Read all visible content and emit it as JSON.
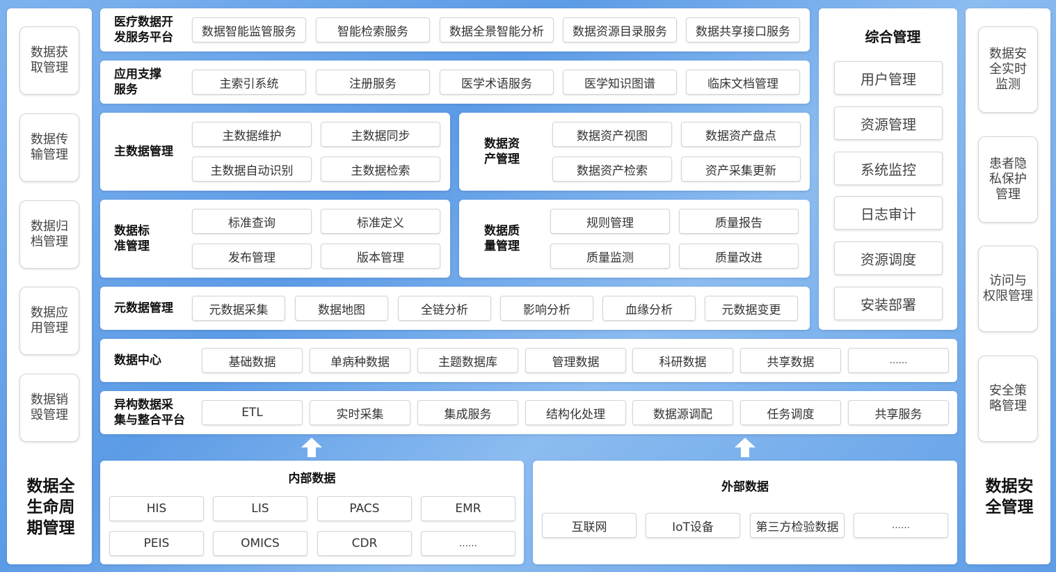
{
  "left_sidebar": {
    "items": [
      "数据获\n取管理",
      "数据传\n输管理",
      "数据归\n档管理",
      "数据应\n用管理",
      "数据销\n毁管理"
    ],
    "title": "数据全\n生命周\n期管理"
  },
  "right_sidebar": {
    "items": [
      "数据安\n全实时\n监测",
      "患者隐\n私保护\n管理",
      "访问与\n权限管理",
      "安全策\n略管理"
    ],
    "title": "数据安\n全管理"
  },
  "rows": {
    "platform": {
      "title": "医疗数据开\n发服务平台",
      "items": [
        "数据智能监管服务",
        "智能检索服务",
        "数据全景智能分析",
        "数据资源目录服务",
        "数据共享接口服务"
      ]
    },
    "support": {
      "title": "应用支撑\n服务",
      "items": [
        "主索引系统",
        "注册服务",
        "医学术语服务",
        "医学知识图谱",
        "临床文档管理"
      ]
    },
    "master_data": {
      "title": "主数据管理",
      "items": [
        "主数据维护",
        "主数据同步",
        "主数据自动识别",
        "主数据检索"
      ]
    },
    "asset": {
      "title": "数据资\n产管理",
      "items": [
        "数据资产视图",
        "数据资产盘点",
        "数据资产检索",
        "资产采集更新"
      ]
    },
    "standard": {
      "title": "数据标\n准管理",
      "items": [
        "标准查询",
        "标准定义",
        "发布管理",
        "版本管理"
      ]
    },
    "quality": {
      "title": "数据质\n量管理",
      "items": [
        "规则管理",
        "质量报告",
        "质量监测",
        "质量改进"
      ]
    },
    "metadata": {
      "title": "元数据管理",
      "items": [
        "元数据采集",
        "数据地图",
        "全链分析",
        "影响分析",
        "血缘分析",
        "元数据变更"
      ]
    },
    "data_center": {
      "title": "数据中心",
      "items": [
        "基础数据",
        "单病种数据",
        "主题数据库",
        "管理数据",
        "科研数据",
        "共享数据",
        "……"
      ]
    },
    "integration": {
      "title": "异构数据采\n集与整合平台",
      "items": [
        "ETL",
        "实时采集",
        "集成服务",
        "结构化处理",
        "数据源调配",
        "任务调度",
        "共享服务"
      ]
    }
  },
  "management": {
    "title": "综合管理",
    "items": [
      "用户管理",
      "资源管理",
      "系统监控",
      "日志审计",
      "资源调度",
      "安装部署"
    ]
  },
  "internal_data": {
    "title": "内部数据",
    "items": [
      "HIS",
      "LIS",
      "PACS",
      "EMR",
      "PEIS",
      "OMICS",
      "CDR",
      "……"
    ]
  },
  "external_data": {
    "title": "外部数据",
    "items": [
      "互联网",
      "IoT设备",
      "第三方检验数据",
      "……"
    ]
  },
  "colors": {
    "background": "#6fa6ea",
    "panel": "#ffffff",
    "chip_border": "#cfd5dc"
  },
  "icons": [
    "up-arrow-icon",
    "up-arrow-icon"
  ]
}
